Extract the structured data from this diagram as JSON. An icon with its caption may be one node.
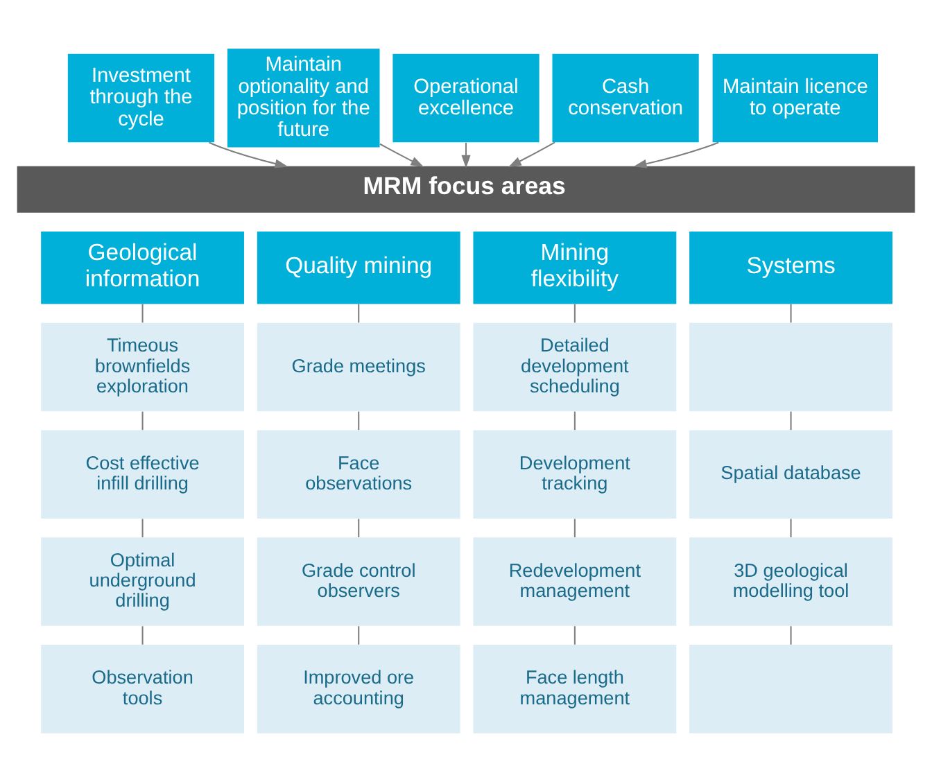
{
  "diagram": {
    "nodes": [
      {
        "text": [
          "Investment through the cycle"
        ]
      },
      {
        "text": [
          "Maintain optionality and position for the future"
        ]
      },
      {
        "text": [
          "Operational excellence"
        ]
      },
      {
        "text": [
          "Cash conservation"
        ]
      },
      {
        "text": [
          "Maintain licence to operate"
        ]
      },
      {
        "text": [
          "MRM focus areas"
        ]
      },
      {
        "text": [
          "Geological information"
        ]
      },
      {
        "text": [
          "Timeous brownfields exploration"
        ]
      },
      {
        "text": [
          "Cost effective infill drilling"
        ]
      },
      {
        "text": [
          "Optimal underground drilling"
        ]
      },
      {
        "text": [
          "Observation tools"
        ]
      },
      {
        "text": [
          "Quality mining"
        ]
      },
      {
        "text": [
          "Grade meetings"
        ]
      },
      {
        "text": [
          "Face observations"
        ]
      },
      {
        "text": [
          "Grade control observers"
        ]
      },
      {
        "text": [
          "Improved ore accounting"
        ]
      },
      {
        "text": [
          "Mining flexibility"
        ]
      },
      {
        "text": [
          "Detailed development scheduling"
        ]
      },
      {
        "text": [
          "Development tracking"
        ]
      },
      {
        "text": [
          "Redevelopment management"
        ]
      },
      {
        "text": [
          "Face length management"
        ]
      },
      {
        "text": [
          "Systems"
        ]
      },
      {
        "text": [],
        "shape": "box"
      },
      {
        "text": [
          "Spatial database"
        ]
      },
      {
        "text": [
          "3D geological modelling tool"
        ]
      },
      {
        "text": [],
        "shape": "box"
      }
    ],
    "edges": [
      {
        "from": 0,
        "to": 5,
        "arrow": "to"
      },
      {
        "from": 1,
        "to": 5,
        "arrow": "to"
      },
      {
        "from": 2,
        "to": 5,
        "arrow": "to"
      },
      {
        "from": 3,
        "to": 5,
        "arrow": "to"
      },
      {
        "from": 4,
        "to": 5,
        "arrow": "to"
      },
      {
        "from": 6,
        "to": 7,
        "arrow": "none"
      },
      {
        "from": 7,
        "to": 8,
        "arrow": "none"
      },
      {
        "from": 8,
        "to": 9,
        "arrow": "none"
      },
      {
        "from": 9,
        "to": 10,
        "arrow": "none"
      },
      {
        "from": 11,
        "to": 12,
        "arrow": "none"
      },
      {
        "from": 12,
        "to": 13,
        "arrow": "none"
      },
      {
        "from": 13,
        "to": 14,
        "arrow": "none"
      },
      {
        "from": 14,
        "to": 15,
        "arrow": "none"
      },
      {
        "from": 16,
        "to": 17,
        "arrow": "none"
      },
      {
        "from": 17,
        "to": 18,
        "arrow": "none"
      },
      {
        "from": 18,
        "to": 19,
        "arrow": "none"
      },
      {
        "from": 19,
        "to": 20,
        "arrow": "none"
      },
      {
        "from": 21,
        "to": 22,
        "arrow": "none"
      },
      {
        "from": 22,
        "to": 23,
        "arrow": "none"
      },
      {
        "from": 23,
        "to": 24,
        "arrow": "none"
      },
      {
        "from": 24,
        "to": 25,
        "arrow": "none"
      }
    ]
  }
}
